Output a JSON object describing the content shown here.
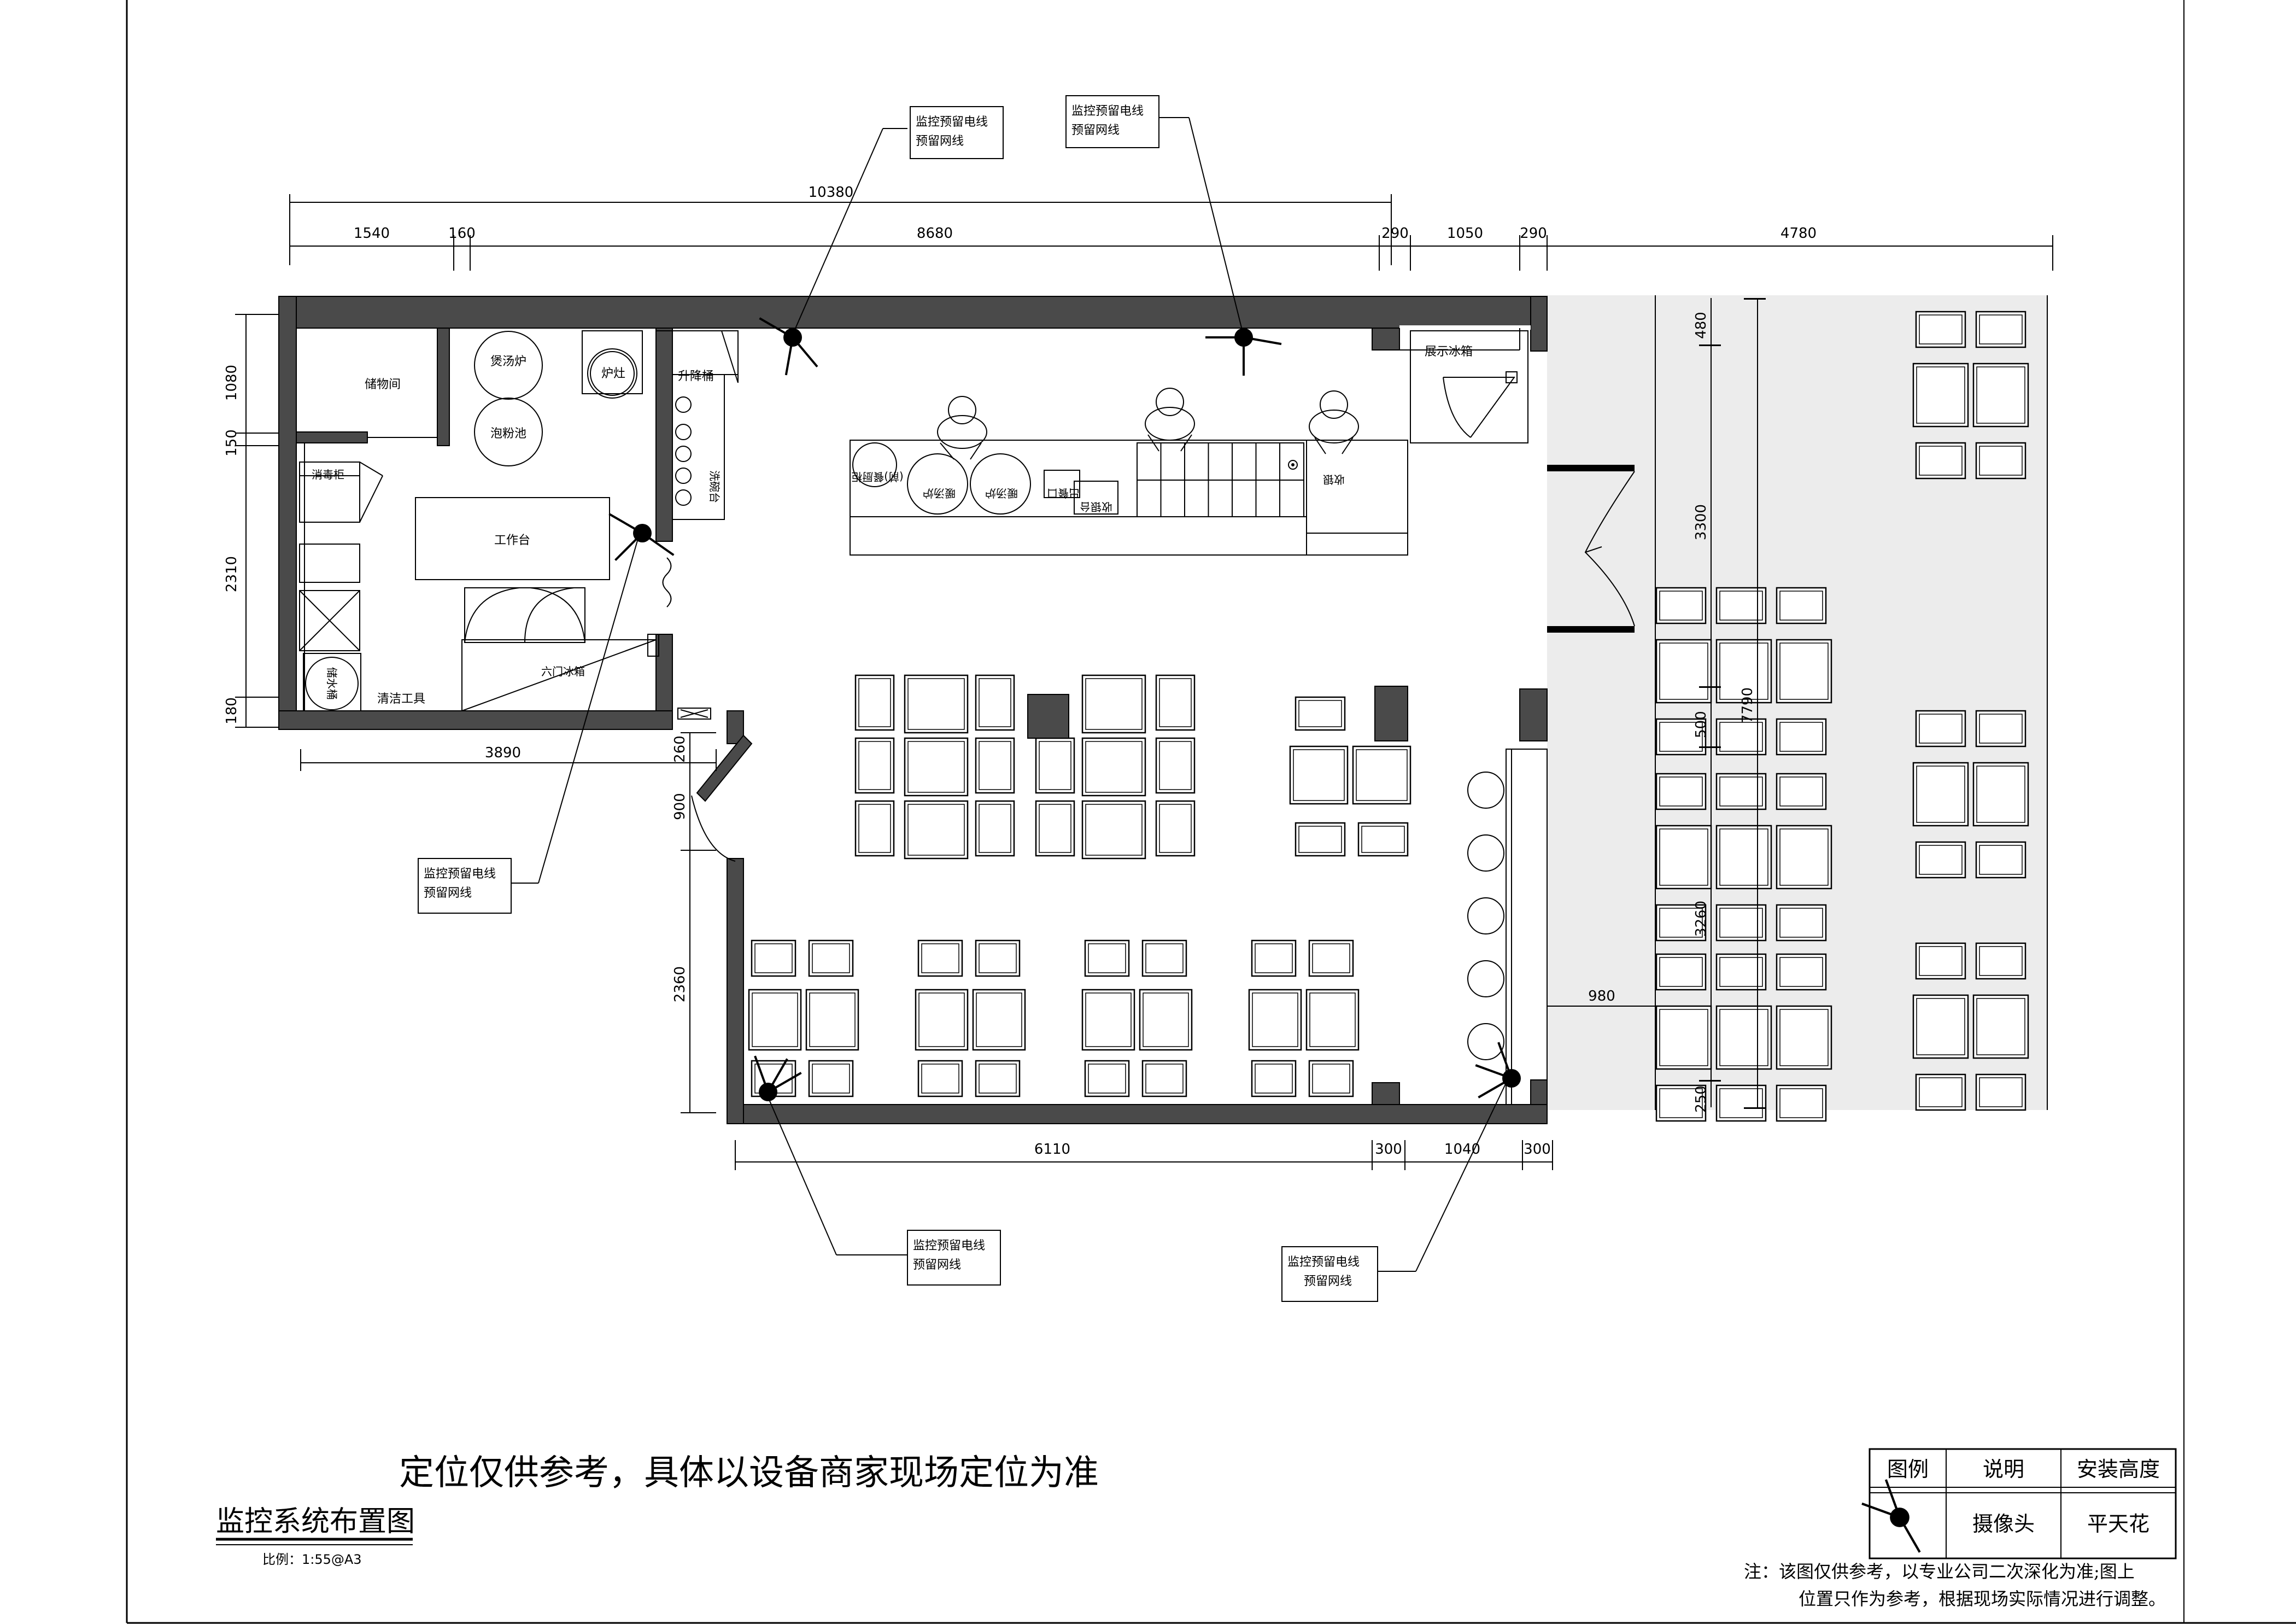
{
  "drawing": {
    "title": "监控系统布置图",
    "scale": "比例：1:55@A3",
    "notice": "定位仅供参考，具体以设备商家现场定位为准"
  },
  "legend": {
    "headers": [
      "图例",
      "说明",
      "安装高度"
    ],
    "row": {
      "description": "摄像头",
      "height": "平天花"
    },
    "icon": "cctv-camera-icon"
  },
  "note": {
    "line1": "注：该图仅供参考，以专业公司二次深化为准;图上",
    "line2": "位置只作为参考，根据现场实际情况进行调整。"
  },
  "callouts": [
    {
      "line1": "监控预留电线",
      "line2": "预留网线"
    },
    {
      "line1": "监控预留电线",
      "line2": "预留网线"
    },
    {
      "line1": "监控预留电线",
      "line2": "预留网线"
    },
    {
      "line1": "监控预留电线",
      "line2": "预留网线"
    },
    {
      "line1": "监控预留电线",
      "line2": "预留网线"
    }
  ],
  "dimensions": {
    "top_total": "10380",
    "top_segments": [
      "1540",
      "160",
      "8680",
      "290",
      "1050",
      "290",
      "4780"
    ],
    "left_vertical": [
      "1080",
      "150",
      "2310",
      "180"
    ],
    "kitchen_width": "3890",
    "door_segments": [
      "260",
      "900",
      "2360"
    ],
    "bottom_segments": [
      "6110",
      "300",
      "1040",
      "300"
    ],
    "terrace_vertical": [
      "480",
      "3300",
      "7790",
      "500",
      "3260",
      "250"
    ],
    "terrace_offset": "980"
  },
  "rooms": {
    "storage": "储物间",
    "soup_stove": "煲汤炉",
    "soak_sink": "泡粉池",
    "stove": "炉灶",
    "shelf": "升降桶",
    "wash_sink": "洗碗台",
    "disinfection": "消毒柜",
    "workbench": "工作台",
    "cleaning": "清洁工具",
    "six_door_fridge": "六门冰箱",
    "ice_bucket": "储水桶",
    "display_fridge": "展示冰箱",
    "counter_items": [
      "(前)餐厨柜",
      "暖汤炉",
      "暖汤炉",
      "出餐口",
      "收银台",
      "收银"
    ]
  }
}
